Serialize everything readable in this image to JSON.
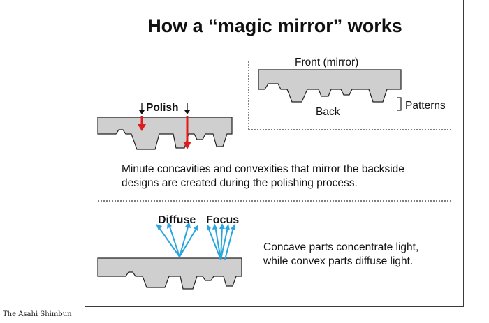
{
  "title": "How a “magic mirror” works",
  "labels": {
    "front": "Front (mirror)",
    "back": "Back",
    "patterns": "Patterns",
    "polish": "Polish",
    "diffuse": "Diffuse",
    "focus": "Focus"
  },
  "text": {
    "polishing_line1": "Minute concavities and convexities that mirror the backside",
    "polishing_line2": "designs are created during the polishing process.",
    "light_line1": "Concave parts concentrate light,",
    "light_line2": "while convex parts diffuse light."
  },
  "caption": "The Asahi Shimbun",
  "colors": {
    "metal_fill": "#cfcfcf",
    "outline": "#222222",
    "polish_arrow": "#e01b1b",
    "light_ray": "#2aa6df"
  }
}
